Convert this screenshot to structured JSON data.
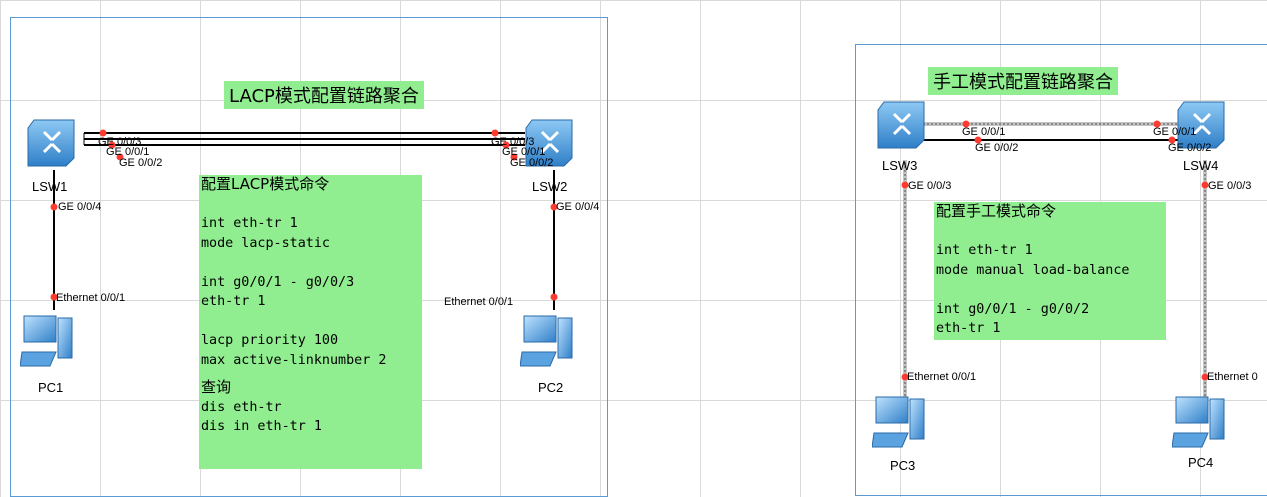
{
  "left": {
    "title": "LACP模式配置链路聚合",
    "devices": {
      "sw1": "LSW1",
      "sw2": "LSW2",
      "pc1": "PC1",
      "pc2": "PC2"
    },
    "ports": {
      "sw1_a": "GE 0/0/3",
      "sw1_b": "GE 0/0/1",
      "sw1_c": "GE 0/0/2",
      "sw1_d": "GE 0/0/4",
      "sw2_a": "GE 0/0/3",
      "sw2_b": "GE 0/0/1",
      "sw2_c": "GE 0/0/2",
      "sw2_d": "GE 0/0/4",
      "pc1_eth": "Ethernet 0/0/1",
      "pc2_eth": "Ethernet 0/0/1"
    },
    "commands": [
      "配置LACP模式命令",
      "",
      "int eth-tr 1",
      "mode lacp-static",
      "",
      "int g0/0/1 - g0/0/3",
      "eth-tr 1",
      "",
      "lacp priority 100",
      "max active-linknumber 2",
      "",
      "查询",
      "dis eth-tr",
      "dis in eth-tr 1"
    ]
  },
  "right": {
    "title": "手工模式配置链路聚合",
    "devices": {
      "sw3": "LSW3",
      "sw4": "LSW4",
      "pc3": "PC3",
      "pc4": "PC4"
    },
    "ports": {
      "sw3_a": "GE 0/0/1",
      "sw3_b": "GE 0/0/2",
      "sw3_c": "GE 0/0/3",
      "sw4_a": "GE 0/0/1",
      "sw4_b": "GE 0/0/2",
      "sw4_c": "GE 0/0/3",
      "pc3_eth": "Ethernet 0/0/1",
      "pc4_eth": "Ethernet 0"
    },
    "commands": [
      "配置手工模式命令",
      "",
      "int eth-tr 1",
      "mode manual load-balance",
      "",
      "int g0/0/1 - g0/0/2",
      "eth-tr 1"
    ]
  },
  "colors": {
    "title_bg": "#90ee90",
    "frame": "#5b9bd5",
    "port_dot": "#ff3b30",
    "switch": "#3d8fd6"
  }
}
